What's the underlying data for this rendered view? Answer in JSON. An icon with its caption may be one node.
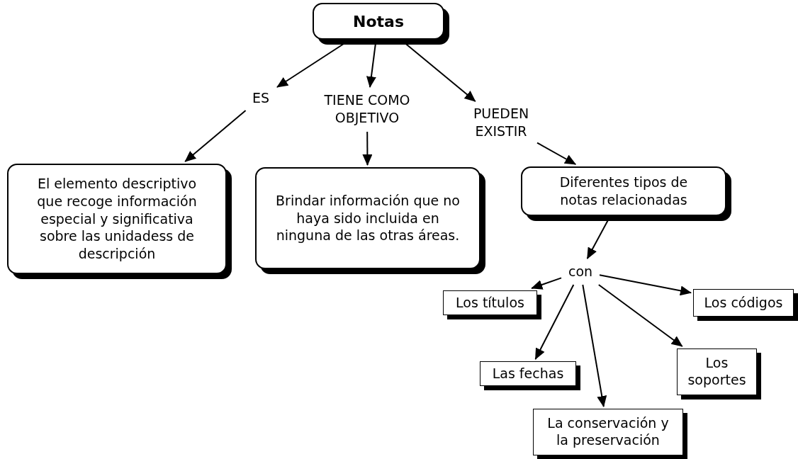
{
  "diagram": {
    "nodes": [
      {
        "text": [
          "Notas"
        ]
      },
      {
        "text": [
          "ES"
        ]
      },
      {
        "text": [
          "TIENE COMO OBJETIVO"
        ]
      },
      {
        "text": [
          "PUEDEN EXISTIR"
        ]
      },
      {
        "text": [
          "El elemento descriptivo que recoge información especial y significativa sobre las unidadess de descripción"
        ]
      },
      {
        "text": [
          "Brindar información que no haya sido incluida en ninguna de las otras áreas."
        ]
      },
      {
        "text": [
          "Diferentes tipos de notas relacionadas"
        ]
      },
      {
        "text": [
          "con"
        ]
      },
      {
        "text": [
          "Los títulos"
        ]
      },
      {
        "text": [
          "Los códigos"
        ]
      },
      {
        "text": [
          "Las fechas"
        ]
      },
      {
        "text": [
          "Los soportes"
        ]
      },
      {
        "text": [
          "La conservación y la preservación"
        ]
      }
    ],
    "edges": [
      {
        "from": 0,
        "to": 1,
        "arrow": "to"
      },
      {
        "from": 0,
        "to": 2,
        "arrow": "to"
      },
      {
        "from": 0,
        "to": 3,
        "arrow": "to"
      },
      {
        "from": 1,
        "to": 4,
        "arrow": "to"
      },
      {
        "from": 2,
        "to": 5,
        "arrow": "to"
      },
      {
        "from": 3,
        "to": 6,
        "arrow": "to"
      },
      {
        "from": 6,
        "to": 7,
        "arrow": "to"
      },
      {
        "from": 7,
        "to": 8,
        "arrow": "to"
      },
      {
        "from": 7,
        "to": 9,
        "arrow": "to"
      },
      {
        "from": 7,
        "to": 10,
        "arrow": "to"
      },
      {
        "from": 7,
        "to": 11,
        "arrow": "to"
      },
      {
        "from": 7,
        "to": 12,
        "arrow": "to"
      }
    ]
  }
}
